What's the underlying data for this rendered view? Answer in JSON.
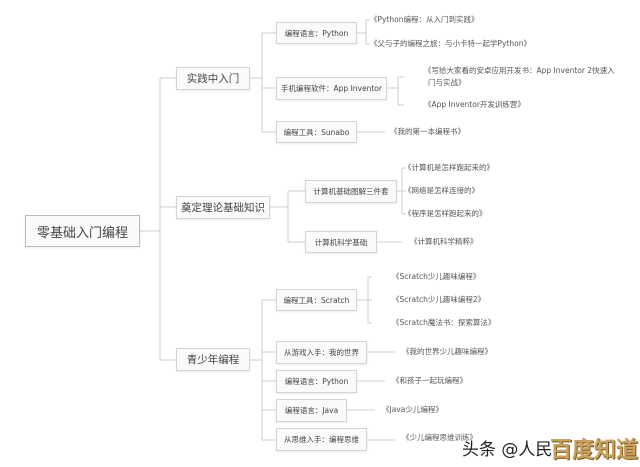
{
  "root": "零基础入门编程",
  "branches": [
    {
      "label": "实践中入门",
      "children": [
        {
          "label": "编程语言：Python",
          "leaves": [
            "《Python编程：从入门到实践》",
            "《父与子的编程之旅：与小卡特一起学Python》"
          ]
        },
        {
          "label": "手机编程软件：App Inventor",
          "leaves": [
            "《写给大家看的安卓应用开发书：App Inventor 2快速入",
            "门与实战》",
            "《App Inventor开发训练营》"
          ]
        },
        {
          "label": "编程工具：Sunabo",
          "leaves": [
            "《我的第一本编程书》"
          ]
        }
      ]
    },
    {
      "label": "奠定理论基础知识",
      "children": [
        {
          "label": "计算机基础图解三件套",
          "leaves": [
            "《计算机是怎样跑起来的》",
            "《网络是怎样连接的》",
            "《程序是怎样跑起来的》"
          ]
        },
        {
          "label": "计算机科学基础",
          "leaves": [
            "《计算机科学精粹》"
          ]
        }
      ]
    },
    {
      "label": "青少年编程",
      "children": [
        {
          "label": "编程工具：Scratch",
          "leaves": [
            "《Scratch少儿趣味编程》",
            "《Scratch少儿趣味编程2》",
            "《Scratch魔法书：探索算法》"
          ]
        },
        {
          "label": "从游戏入手：我的世界",
          "leaves": [
            "《我的世界少儿趣味编程》"
          ]
        },
        {
          "label": "编程语言：Python",
          "leaves": [
            "《和孩子一起玩编程》"
          ]
        },
        {
          "label": "编程语言：Java",
          "leaves": [
            "《Java少儿编程》"
          ]
        },
        {
          "label": "从思维入手：编程思维",
          "leaves": [
            "《少儿编程思维训练》"
          ]
        }
      ]
    }
  ],
  "watermarks": {
    "toutiao": "头条 @人民",
    "baidu": "百度知道"
  },
  "colors": {
    "line": "#cfcfcf",
    "node_border": "#d4d4d4",
    "baidu": "#c8a060"
  }
}
